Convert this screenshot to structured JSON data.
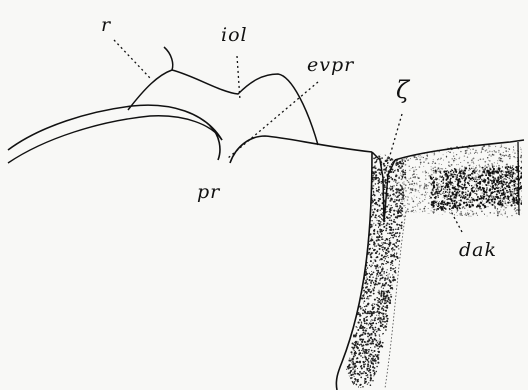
{
  "figure": {
    "labels": {
      "r": "r",
      "iol": "iol",
      "evpr": "evpr",
      "zeta": "ζ",
      "pr": "pr",
      "dak": "dak"
    }
  }
}
